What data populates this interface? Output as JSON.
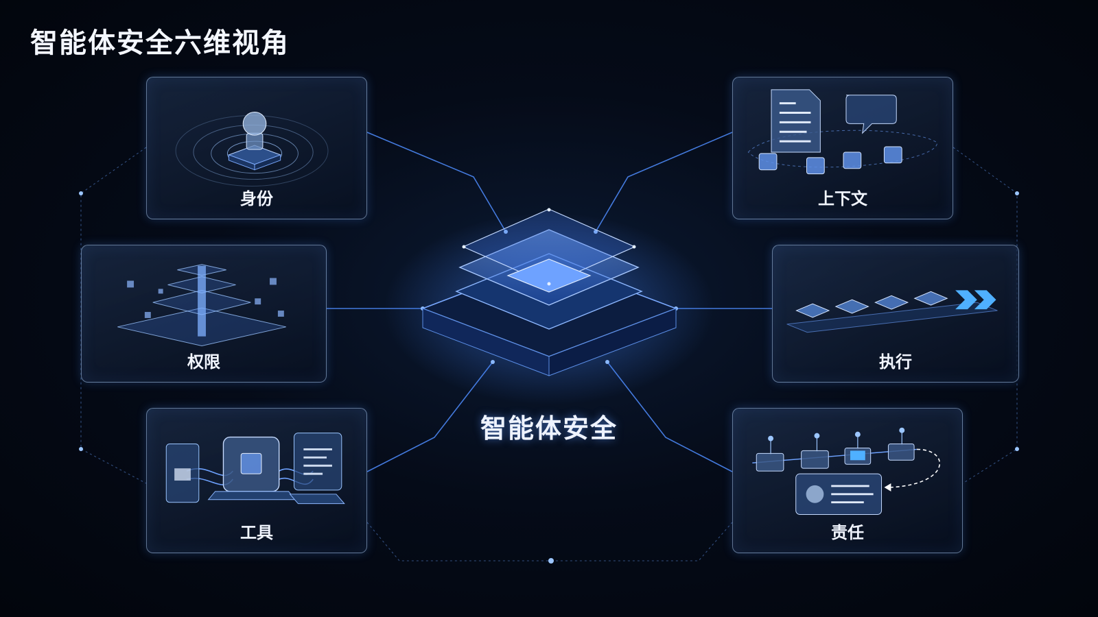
{
  "title": "智能体安全六维视角",
  "hub": {
    "label": "智能体安全"
  },
  "dimensions": {
    "identity": "身份",
    "permission": "权限",
    "tool": "工具",
    "context": "上下文",
    "execution": "执行",
    "accountability": "责任"
  },
  "colors": {
    "background": "#02050c",
    "accent": "#4f8dff",
    "glow": "#9cc6ff",
    "text": "#ffffff"
  }
}
